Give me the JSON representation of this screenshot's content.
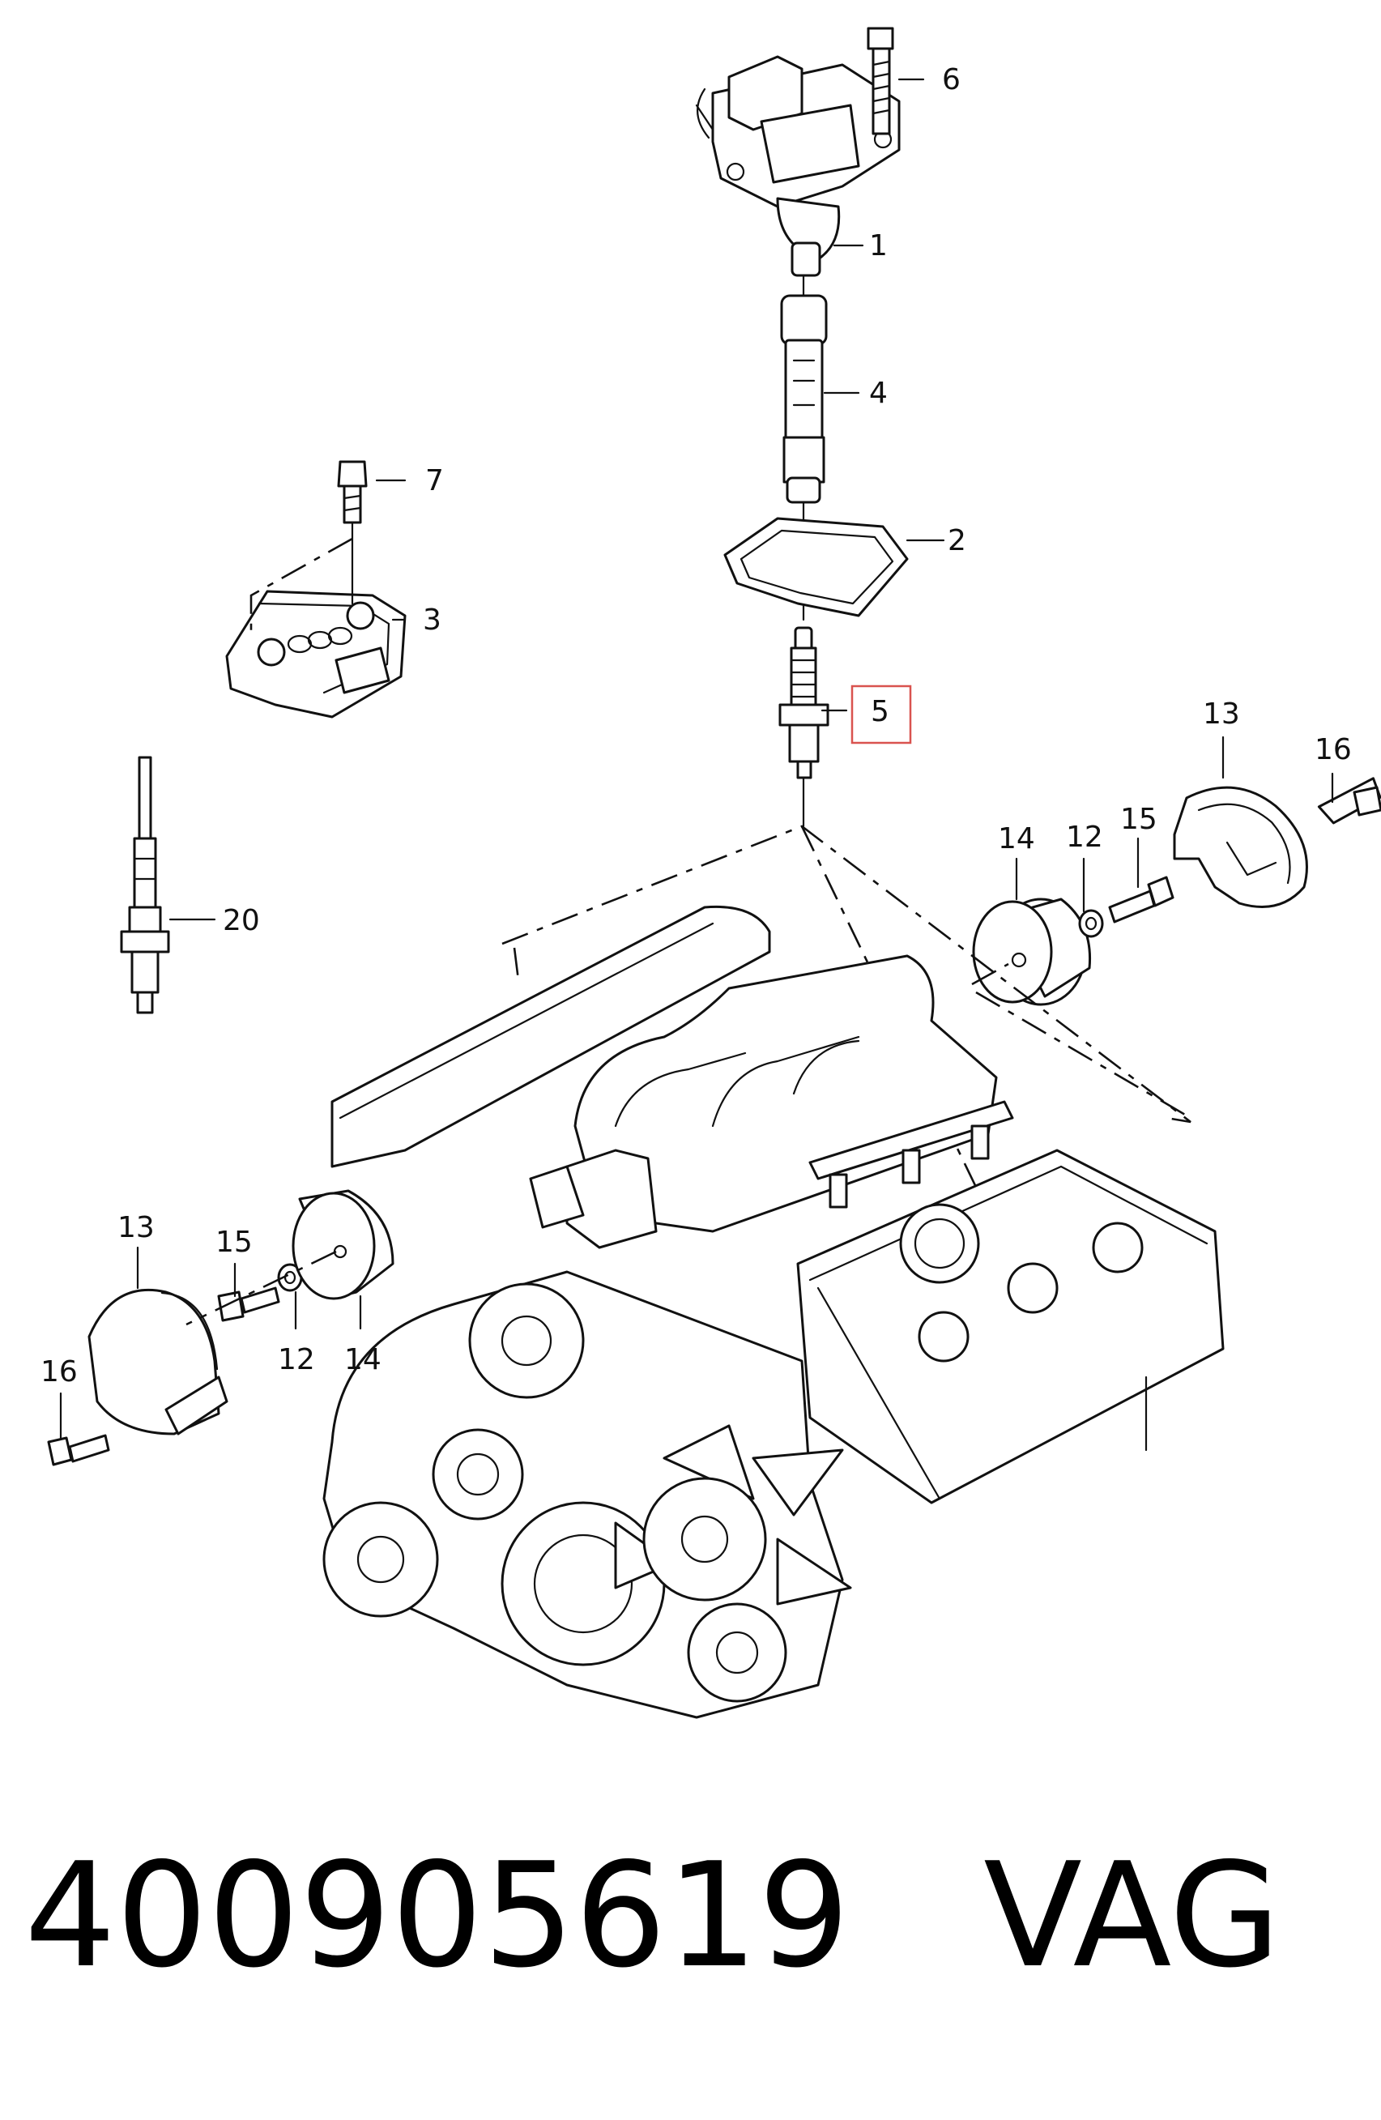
{
  "diagram": {
    "callouts": {
      "c1": "1",
      "c2": "2",
      "c3": "3",
      "c4": "4",
      "c5": "5",
      "c6": "6",
      "c7": "7",
      "c13r": "13",
      "c16r": "16",
      "c14r": "14",
      "c12r": "12",
      "c15r": "15",
      "c20": "20",
      "c13l": "13",
      "c15l": "15",
      "c16l": "16",
      "c12l": "12",
      "c14l": "14"
    },
    "highlighted_callout": "5",
    "highlight_color": "#d9534f"
  },
  "footer": {
    "part_number": "400905619",
    "brand": "VAG"
  }
}
